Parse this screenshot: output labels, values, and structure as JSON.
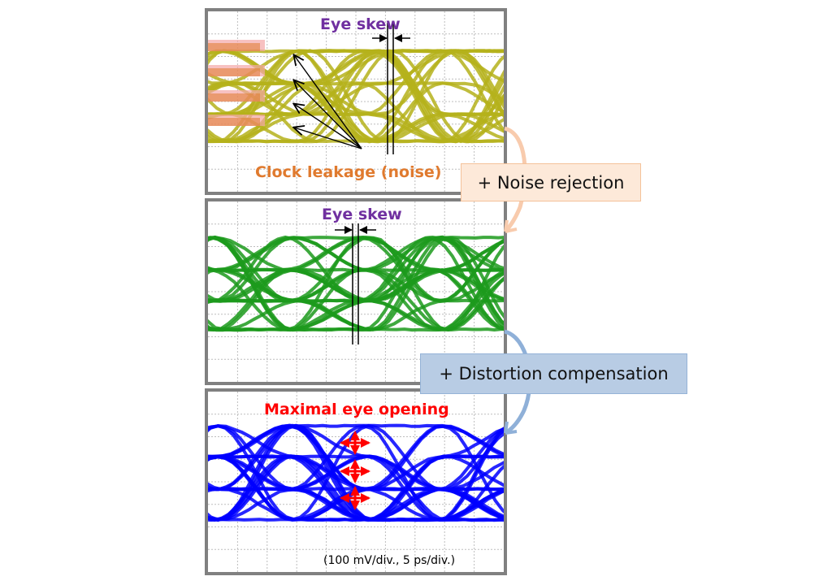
{
  "panels": [
    {
      "id": "top",
      "trace_color": "#b5b21b",
      "label_eye_skew": "Eye skew",
      "label_clock_leakage": "Clock leakage (noise)",
      "leak_color": "#e07a2e"
    },
    {
      "id": "middle",
      "trace_color": "#1c9a1c",
      "label_eye_skew": "Eye skew"
    },
    {
      "id": "bottom",
      "trace_color": "#0000ff",
      "label_max_eye": "Maximal eye opening",
      "label_scale": "(100 mV/div., 5 ps/div.)"
    }
  ],
  "callouts": {
    "noise_rejection": "+ Noise rejection",
    "distortion_compensation": "+ Distortion compensation"
  },
  "colors": {
    "eye_skew_text": "#7030a0",
    "leak_text": "#e07a2e",
    "max_eye_text": "#ff0000",
    "noise_callout_bg": "#fde9d9",
    "noise_arrow": "#f8cbad",
    "distortion_callout_bg": "#b8cce4",
    "distortion_arrow": "#8fb0d8",
    "frame": "#808080",
    "grid": "#bdbdbd"
  }
}
